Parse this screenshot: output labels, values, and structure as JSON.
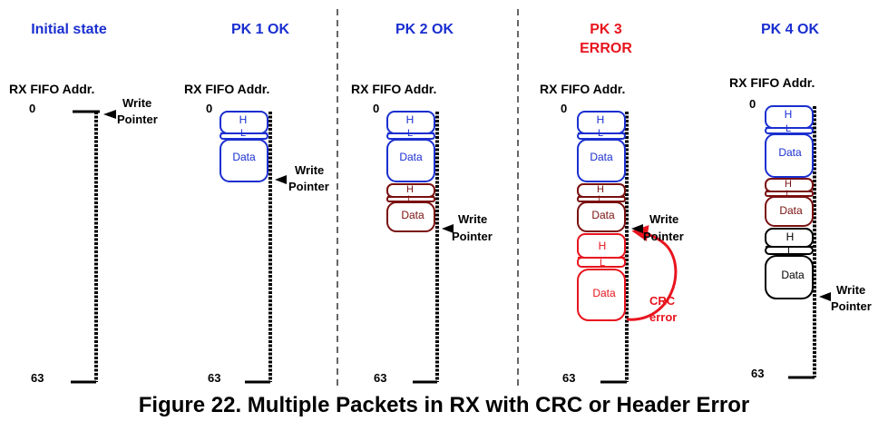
{
  "figure": {
    "caption": "Figure 22. Multiple Packets in RX with CRC or Header Error",
    "fifo_label": "RX FIFO Addr.",
    "addr_start": "0",
    "addr_end": "63",
    "pointer_line1": "Write",
    "pointer_line2": "Pointer",
    "header_h": "H",
    "header_l": "L",
    "data_label": "Data",
    "crc_line1": "CRC",
    "crc_line2": "error"
  },
  "colors": {
    "blue": "#1a2fd0",
    "dark_red": "#7a1010",
    "red": "#e8141e",
    "black": "#000000"
  },
  "panels": [
    {
      "title": [
        "Initial state"
      ],
      "title_color": "blue",
      "packets": []
    },
    {
      "title": [
        "PK 1 OK"
      ],
      "title_color": "blue",
      "packets": [
        "blue"
      ]
    },
    {
      "title": [
        "PK 2 OK"
      ],
      "title_color": "blue",
      "packets": [
        "blue",
        "dark_red"
      ]
    },
    {
      "title": [
        "PK 3",
        "ERROR"
      ],
      "title_color": "red",
      "packets": [
        "blue",
        "dark_red",
        "red"
      ]
    },
    {
      "title": [
        "PK 4 OK"
      ],
      "title_color": "blue",
      "packets": [
        "blue",
        "dark_red",
        "black"
      ]
    }
  ]
}
